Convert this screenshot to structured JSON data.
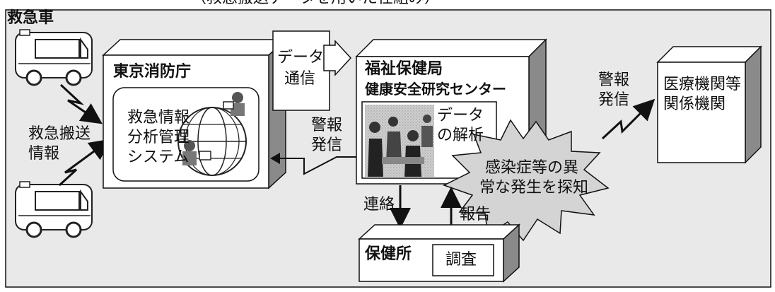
{
  "title": "（救急搬送データを用いた仕組み）",
  "labels": {
    "ambulance": "救急車",
    "transport_info": [
      "救急搬送",
      "情報"
    ],
    "fire_dept": "東京消防庁",
    "system": [
      "救急情報",
      "分析管理",
      "システム"
    ],
    "data_comm": [
      "データ",
      "通信"
    ],
    "alert_left": [
      "警報",
      "発信"
    ],
    "health_bureau": [
      "福祉保健局",
      "健康安全研究センター"
    ],
    "data_analysis": [
      "データ",
      "の解析"
    ],
    "detection": [
      "感染症等の異",
      "常な発生を探知"
    ],
    "alert_right": [
      "警報",
      "発信"
    ],
    "medical": [
      "医療機関等",
      "関係機関"
    ],
    "contact": "連絡",
    "report": "報告",
    "health_center": "保健所",
    "investigation": "調査"
  },
  "colors": {
    "panel_fill": "#e9e9e9",
    "box_fill": "#ffffff",
    "shadow": "#8a8a8a",
    "line": "#111111"
  },
  "icons": [
    "ambulance-icon",
    "globe-icon",
    "person-icon",
    "people-photo"
  ]
}
